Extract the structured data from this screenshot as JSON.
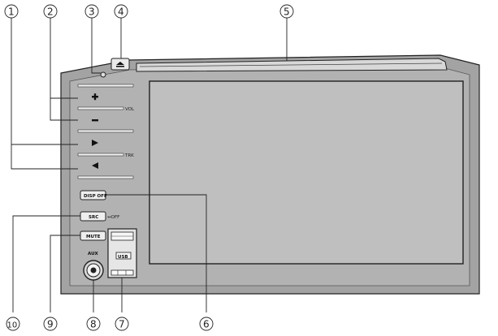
{
  "callouts": [
    {
      "id": 1,
      "label": "①"
    },
    {
      "id": 2,
      "label": "②"
    },
    {
      "id": 3,
      "label": "③"
    },
    {
      "id": 4,
      "label": "④"
    },
    {
      "id": 5,
      "label": "⑤"
    },
    {
      "id": 6,
      "label": "⑥"
    },
    {
      "id": 7,
      "label": "⑦"
    },
    {
      "id": 8,
      "label": "⑧"
    },
    {
      "id": 9,
      "label": "⑨"
    },
    {
      "id": 10,
      "label": "⑩"
    }
  ],
  "buttons": {
    "disp_off": "DISP OFF",
    "src": "SRC",
    "src_suffix": "↔OFF",
    "mute": "MUTE",
    "aux": "AUX",
    "vol": "VOL",
    "trk": "TRK",
    "usb": "USB"
  },
  "colors": {
    "frame": "#9a9a9a",
    "screen": "#bcbcbc",
    "line": "#222222"
  }
}
